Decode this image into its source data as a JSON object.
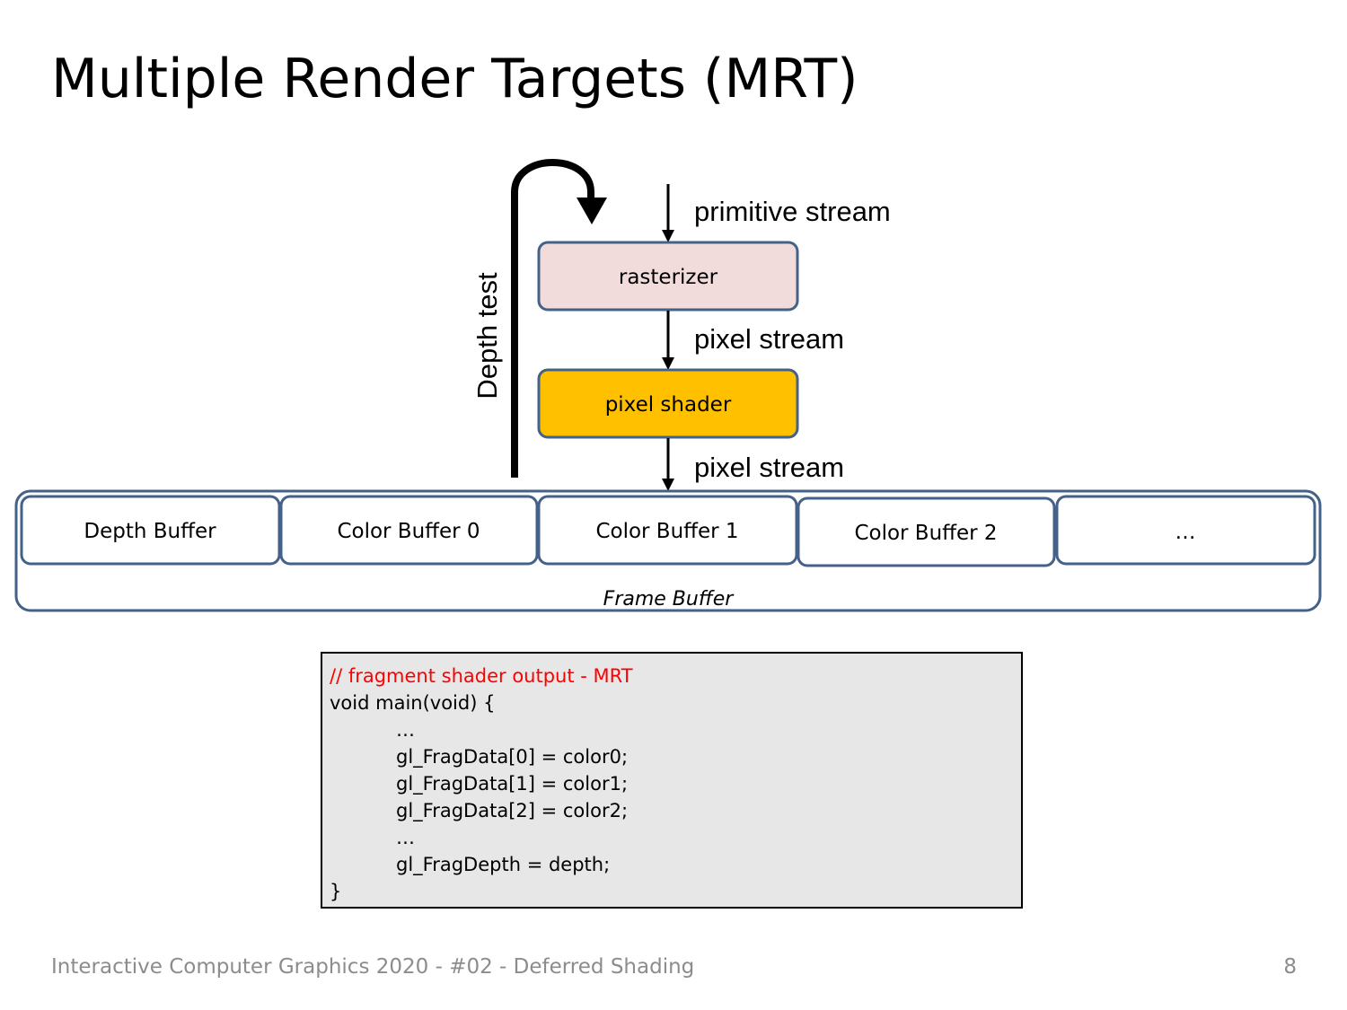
{
  "title": "Multiple Render Targets (MRT)",
  "diagram": {
    "depth_test_label": "Depth test",
    "primitive_stream_label": "primitive stream",
    "rasterizer_label": "rasterizer",
    "pixel_stream_label_1": "pixel stream",
    "pixel_shader_label": "pixel shader",
    "pixel_stream_label_2": "pixel stream",
    "buffers": [
      "Depth Buffer",
      "Color Buffer 0",
      "Color Buffer 1",
      "Color Buffer 2",
      "…"
    ],
    "frame_buffer_label": "Frame Buffer",
    "colors": {
      "box_border": "#44618a",
      "rasterizer_fill": "#f2dcdb",
      "pixel_shader_fill": "#ffc000",
      "arrow": "#000000"
    }
  },
  "code": {
    "comment": "// fragment shader output - MRT",
    "lines": [
      "void main(void) {",
      "…",
      "gl_FragData[0] = color0;",
      "gl_FragData[1] = color1;",
      "gl_FragData[2] = color2;",
      "…",
      "gl_FragDepth = depth;",
      "}"
    ]
  },
  "footer": {
    "text": "Interactive Computer Graphics 2020 - #02 - Deferred Shading",
    "page_number": "8"
  }
}
